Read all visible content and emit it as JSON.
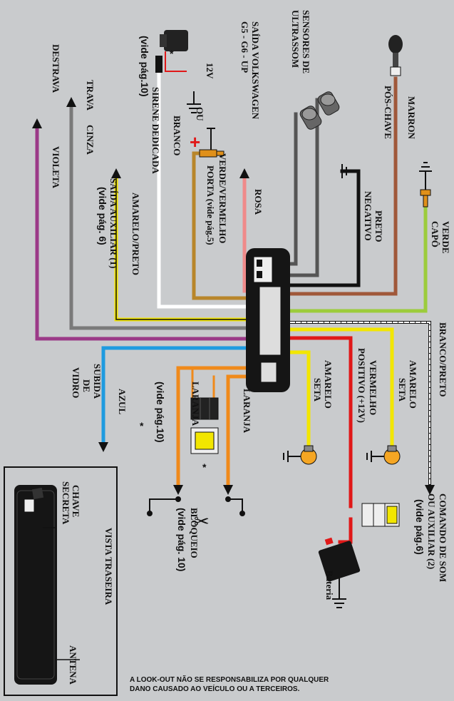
{
  "labels": {
    "branco_preto": "BRANCO/PRETO",
    "comando_som_1": "COMANDO DE SOM",
    "comando_som_2": "OU AUXILIAR (2)",
    "comando_som_3": "(vide pág.6)",
    "amarelo_seta_r1": "AMARELO",
    "amarelo_seta_r2": "SETA",
    "vermelho_1": "VERMELHO",
    "vermelho_2": "POSITIVO (+12V)",
    "amarelo_seta_l1": "AMARELO",
    "amarelo_seta_l2": "SETA",
    "marron_1": "MARRON",
    "marron_2": "PÓS-CHAVE",
    "verde_1": "VERDE",
    "verde_2": "CAPÔ",
    "preto_1": "PRETO",
    "preto_2": "NEGATIVO",
    "sensores_1": "SENSORES DE",
    "sensores_2": "ULTRASSOM",
    "vw_1": "SAÍDA VOLKSWAGEN",
    "vw_2": "G5 - G6 - UP",
    "rosa": "ROSA",
    "verde_verm_1": "VERDE/VERMELHO",
    "verde_verm_2": "PORTA (vide pág.5)",
    "ou": "OU",
    "twelve_v": "12V",
    "branco_1": "BRANCO",
    "branco_2": "SIRENE DEDICADA",
    "branco_3": "(vide pág.10)",
    "am_preto_1": "AMARELO/PRETO",
    "am_preto_2": "SAÍDA AUXILIAR (1)",
    "am_preto_3": "(vide pág. 6)",
    "trava": "TRAVA",
    "cinza": "CINZA",
    "destrava": "DESTRAVA",
    "violeta": "VIOLETA",
    "azul_1": "AZUL",
    "azul_2": "SUBIDA",
    "azul_3": "DE",
    "azul_4": "VIDRO",
    "laranja_1": "LARANJA",
    "laranja_2": "(vide pág.10)",
    "laranja_3": "LARANJA",
    "bloqueio_1": "BLOQUEIO",
    "bloqueio_2": "(vide pág. 10)",
    "asterisk": "*",
    "bateria": "Bateria",
    "vista_traseira": "VISTA TRASEIRA",
    "chave_1": "CHAVE",
    "chave_2": "SECRETA",
    "antena": "ANTENA",
    "disclaimer_1": "A LOOK-OUT NÃO SE RESPONSABILIZA POR QUALQUER",
    "disclaimer_2": "DANO CAUSADO AO VEÍCULO OU A TERCEIROS."
  },
  "colors": {
    "background": "#c9cbcd",
    "module": "#151515",
    "branco_preto": "#ffffff",
    "amarelo": "#f2e600",
    "vermelho": "#e01818",
    "marron": "#a0583a",
    "verde": "#9ccc3c",
    "preto": "#111111",
    "cinza": "#7a7a7a",
    "rosa": "#ef8a8a",
    "verde_vermelho": "#b8862a",
    "branco": "#ffffff",
    "amarelo_preto": "#f2e600",
    "violeta": "#9b3a88",
    "azul": "#1e9be0",
    "laranja": "#f08a1a",
    "lamp": "#f5a623"
  }
}
